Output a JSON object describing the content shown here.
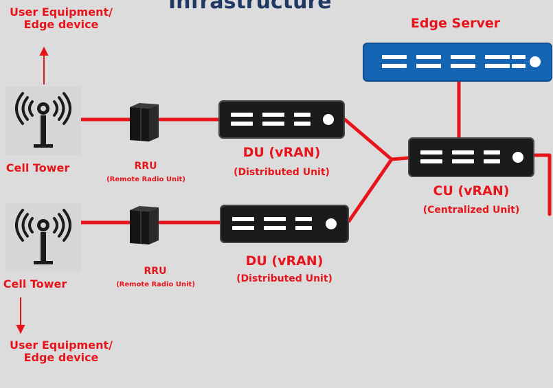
{
  "title": "Infrastructure",
  "edge_server": {
    "label": "Edge Server"
  },
  "cell_tower_top": {
    "label": "Cell Tower",
    "ue_label_line1": "User Equipment/",
    "ue_label_line2": "Edge device"
  },
  "cell_tower_bottom": {
    "label": "Cell Tower",
    "ue_label_line1": "User Equipment/",
    "ue_label_line2": "Edge device"
  },
  "rru_top": {
    "label": "RRU",
    "sub": "(Remote Radio Unit)"
  },
  "rru_bottom": {
    "label": "RRU",
    "sub": "(Remote Radio Unit)"
  },
  "du_top": {
    "label": "DU (vRAN)",
    "sub": "(Distributed Unit)"
  },
  "du_bottom": {
    "label": "DU (vRAN)",
    "sub": "(Distributed Unit)"
  },
  "cu": {
    "label": "CU (vRAN)",
    "sub": "(Centralized Unit)"
  },
  "colors": {
    "link": "#e8141b",
    "label_red": "#e8141b",
    "title": "#1f3864",
    "server_dark": "#1b1b1b",
    "server_blue": "#1565b5",
    "background": "#dcdcdc"
  }
}
